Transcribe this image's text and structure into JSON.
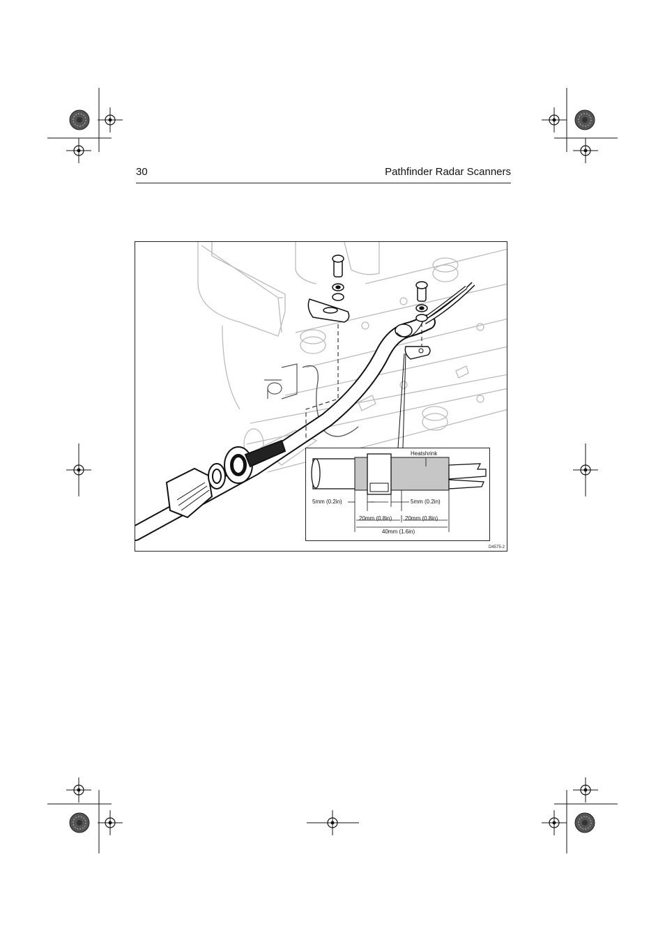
{
  "header": {
    "page_number": "30",
    "running_title": "Pathfinder Radar Scanners"
  },
  "figure": {
    "code": "D4575-2",
    "inset": {
      "heatshrink_label": "Heatshrink",
      "dim_left_5mm": "5mm (0.2in)",
      "dim_right_5mm": "5mm (0.2in)",
      "dim_left_20mm": "20mm (0.8in)",
      "dim_right_20mm": "20mm (0.8in)",
      "dim_total_40mm": "40mm (1.6in)"
    }
  }
}
